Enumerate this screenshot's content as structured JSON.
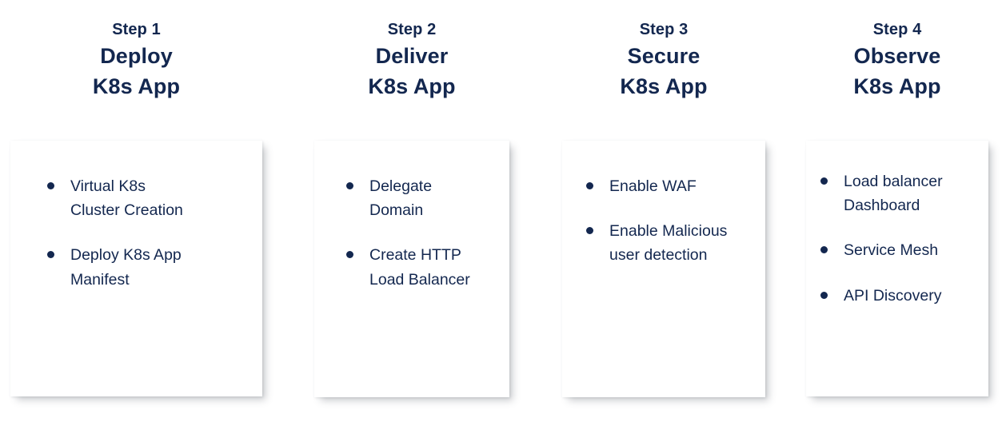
{
  "theme": {
    "navy": "#13274F",
    "background": "#FFFFFF",
    "card_background": "#FFFFFF",
    "shadow": "rgba(80,86,96,0.30)"
  },
  "columns": [
    {
      "step_label": "Step 1",
      "title_line1": "Deploy",
      "title_line2": "K8s App",
      "bullets": [
        "Virtual K8s\nCluster Creation",
        "Deploy K8s App\nManifest"
      ]
    },
    {
      "step_label": "Step 2",
      "title_line1": "Deliver",
      "title_line2": "K8s App",
      "bullets": [
        "Delegate\nDomain",
        "Create HTTP\nLoad Balancer"
      ]
    },
    {
      "step_label": "Step 3",
      "title_line1": "Secure",
      "title_line2": "K8s App",
      "bullets": [
        "Enable WAF",
        "Enable Malicious\nuser detection"
      ]
    },
    {
      "step_label": "Step 4",
      "title_line1": "Observe",
      "title_line2": "K8s App",
      "bullets": [
        "Load balancer\nDashboard",
        "Service Mesh",
        "API Discovery"
      ]
    }
  ]
}
